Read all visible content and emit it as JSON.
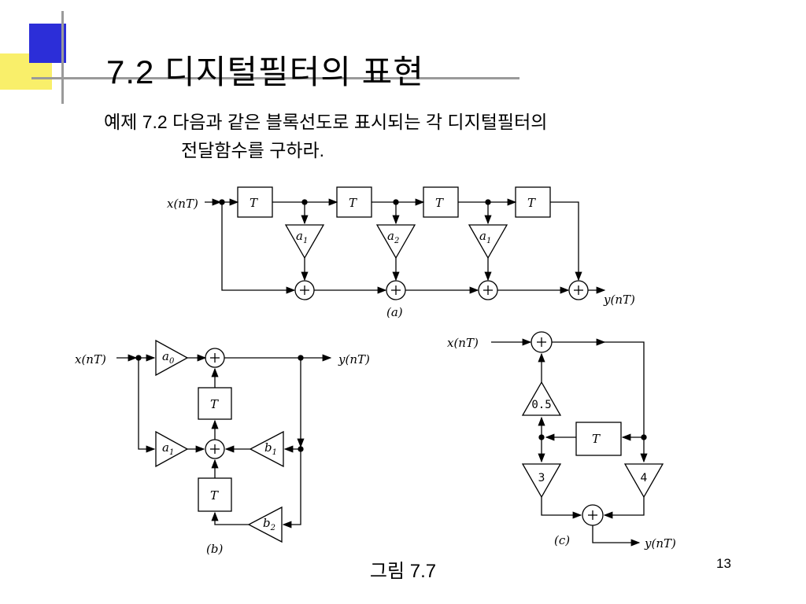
{
  "slide": {
    "title": "7.2  디지털필터의 표현",
    "problem_line1": "예제 7.2 다음과 같은 블록선도로 표시되는 각 디지털필터의",
    "problem_line2": "전달함수를 구하라.",
    "caption": "그림 7.7",
    "page_number": "13"
  },
  "diagram_a": {
    "input": "x(nT)",
    "output": "y(nT)",
    "label": "(a)",
    "delay": "T",
    "gains": [
      "a1",
      "a2",
      "a1"
    ]
  },
  "diagram_b": {
    "input": "x(nT)",
    "output": "y(nT)",
    "label": "(b)",
    "delay": "T",
    "gains": [
      "a0",
      "a1",
      "b1",
      "b2"
    ]
  },
  "diagram_c": {
    "input": "x(nT)",
    "output": "y(nT)",
    "label": "(c)",
    "delay": "T",
    "gains": [
      "0.5",
      "3",
      "4"
    ]
  },
  "colors": {
    "accent_blue": "#2c2ed8",
    "accent_yellow": "#f9ef6a",
    "rule_gray": "#9a9a9a"
  }
}
